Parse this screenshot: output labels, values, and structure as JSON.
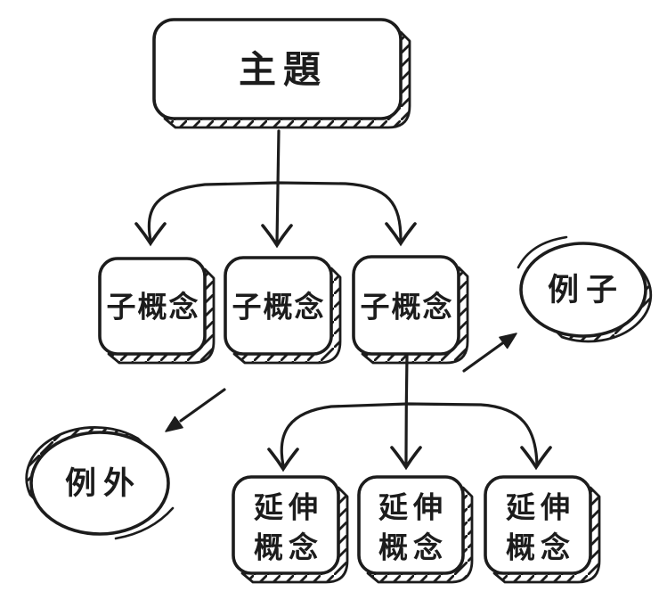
{
  "diagram": {
    "type": "concept-map",
    "colors": {
      "ink": "#1c1c1c",
      "background": "#ffffff"
    },
    "nodes": {
      "root": {
        "label": "主題",
        "shape": "rectangle"
      },
      "sub1": {
        "label": "子概念",
        "shape": "rounded-square"
      },
      "sub2": {
        "label": "子概念",
        "shape": "rounded-square"
      },
      "sub3": {
        "label": "子概念",
        "shape": "rounded-square"
      },
      "example": {
        "label": "例子",
        "shape": "ellipse"
      },
      "exception": {
        "label": "例外",
        "shape": "ellipse"
      },
      "ext1": {
        "line1": "延伸",
        "line2": "概念",
        "shape": "rounded-square"
      },
      "ext2": {
        "line1": "延伸",
        "line2": "概念",
        "shape": "rounded-square"
      },
      "ext3": {
        "line1": "延伸",
        "line2": "概念",
        "shape": "rounded-square"
      }
    },
    "edges": [
      {
        "from": "root",
        "to": "sub1"
      },
      {
        "from": "root",
        "to": "sub2"
      },
      {
        "from": "root",
        "to": "sub3"
      },
      {
        "from": "sub3",
        "to": "ext1"
      },
      {
        "from": "sub3",
        "to": "ext2"
      },
      {
        "from": "sub3",
        "to": "ext3"
      },
      {
        "from": "sub3",
        "to": "example"
      },
      {
        "from": "sub2",
        "to": "exception"
      }
    ]
  }
}
